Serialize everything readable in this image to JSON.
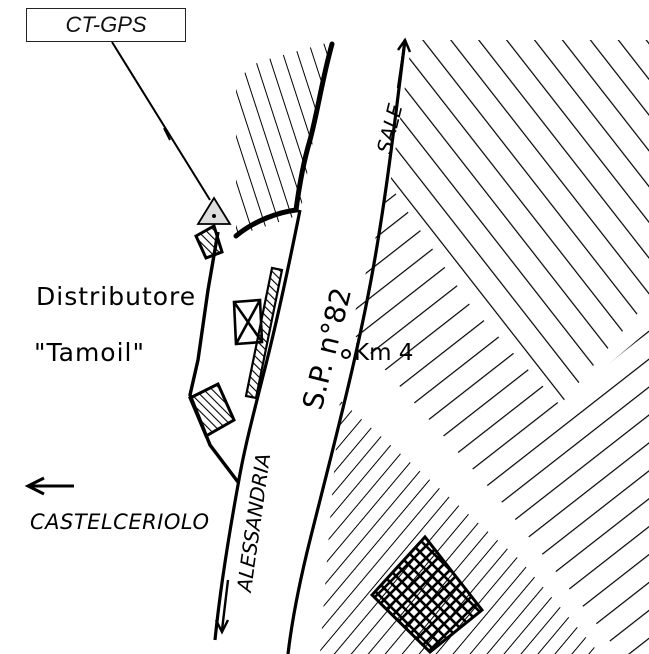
{
  "marker_label": "CT-GPS",
  "station_name": "Distributore",
  "station_brand": "\"Tamoil\"",
  "road_name": "S.P. n°82",
  "km_marker": "Km 4",
  "direction_north": "SALE",
  "direction_south": "ALESSANDRIA",
  "direction_west": "CASTELCERIOLO",
  "colors": {
    "ink": "#000000",
    "paper": "#ffffff",
    "marker_fill": "#dddddd"
  }
}
